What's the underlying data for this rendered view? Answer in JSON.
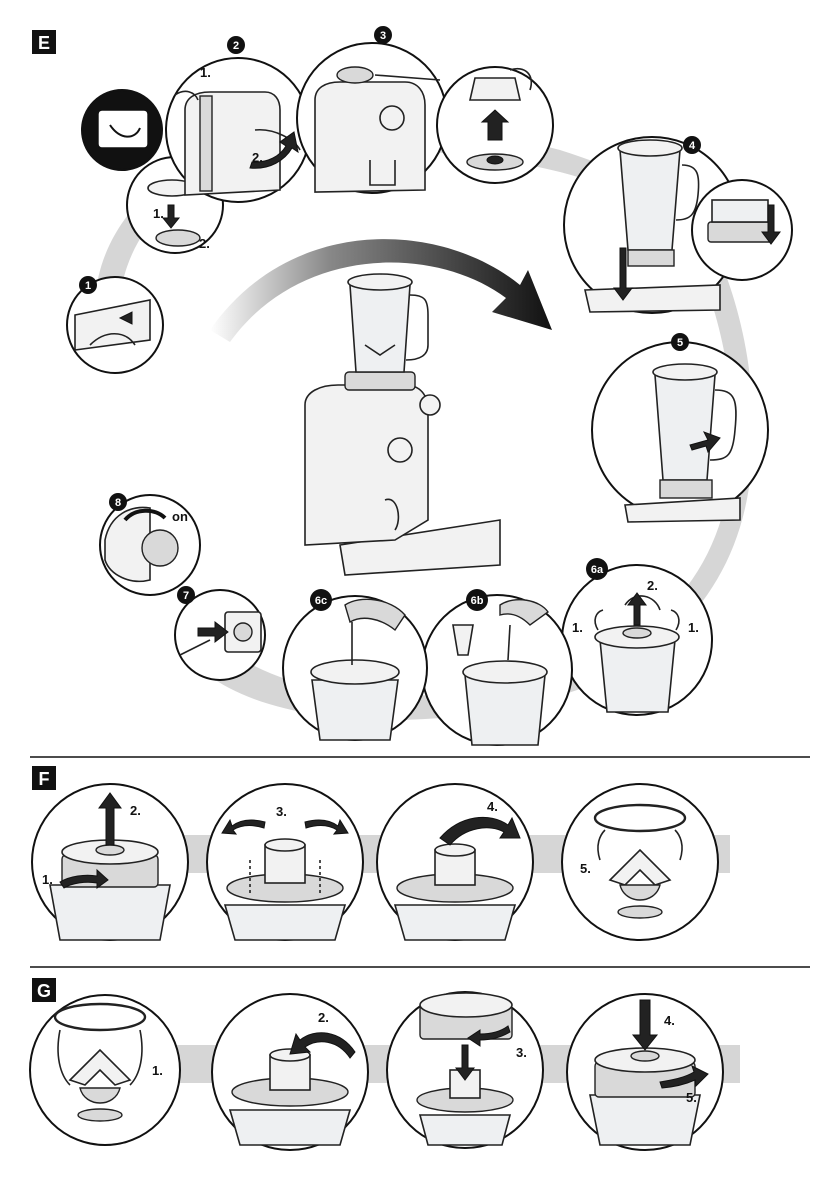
{
  "sections": {
    "E": {
      "letter": "E",
      "steps": [
        {
          "badge": "1"
        },
        {
          "badge": "2",
          "labels": [
            "1.",
            "2."
          ]
        },
        {
          "badge": "",
          "labels": [
            "1.",
            "2."
          ]
        },
        {
          "badge": "3"
        },
        {
          "badge": "4"
        },
        {
          "badge": "5"
        },
        {
          "badge": "6a",
          "labels": [
            "2.",
            "1.",
            "1."
          ]
        },
        {
          "badge": "6b"
        },
        {
          "badge": "6c"
        },
        {
          "badge": "7"
        },
        {
          "badge": "8",
          "labels": [
            "on"
          ]
        }
      ]
    },
    "F": {
      "letter": "F",
      "panels": [
        {
          "labels": [
            "2.",
            "1."
          ]
        },
        {
          "labels": [
            "3."
          ]
        },
        {
          "labels": [
            "4."
          ]
        },
        {
          "labels": [
            "5."
          ]
        }
      ]
    },
    "G": {
      "letter": "G",
      "panels": [
        {
          "labels": [
            "1."
          ]
        },
        {
          "labels": [
            "2."
          ]
        },
        {
          "labels": [
            "3."
          ]
        },
        {
          "labels": [
            "4.",
            "5."
          ]
        }
      ]
    }
  },
  "colors": {
    "ink": "#111111",
    "band": "#d6d6d6",
    "paper": "#ffffff",
    "glass": "#eef0f2"
  }
}
